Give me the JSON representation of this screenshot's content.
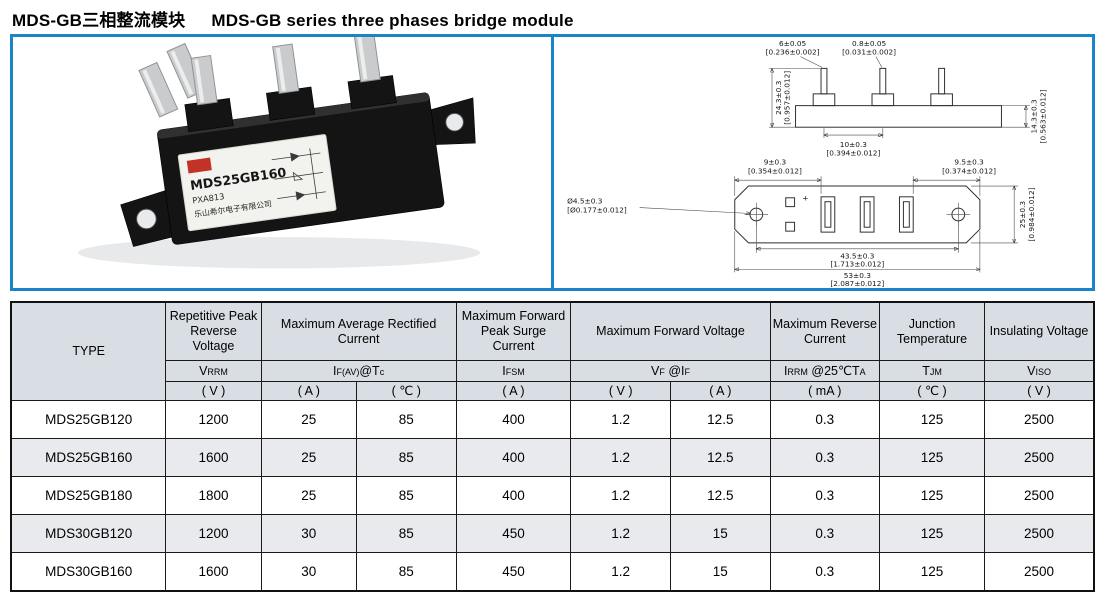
{
  "header": {
    "title_cn": "MDS-GB三相整流模块",
    "title_en": "MDS-GB series three phases bridge module"
  },
  "photo": {
    "model": "MDS25GB160",
    "code": "PXA813",
    "company": "乐山希尔电子有限公司"
  },
  "drawing": {
    "dims": {
      "tab_width": {
        "v": "6±0.05",
        "in": "[0.236±0.002]"
      },
      "tab_thickness": {
        "v": "0.8±0.05",
        "in": "[0.031±0.002]"
      },
      "overall_height": {
        "v": "24.3±0.3",
        "in": "[0.957±0.012]"
      },
      "body_height": {
        "v": "14.3±0.3",
        "in": "[0.563±0.012]"
      },
      "tab_pitch": {
        "v": "10±0.3",
        "in": "[0.394±0.012]"
      },
      "edge_left": {
        "v": "9±0.3",
        "in": "[0.354±0.012]"
      },
      "edge_right": {
        "v": "9.5±0.3",
        "in": "[0.374±0.012]"
      },
      "hole_dia": {
        "v": "Ø4.5±0.3",
        "in": "[Ø0.177±0.012]"
      },
      "body_width": {
        "v": "25±0.3",
        "in": "[0.984±0.012]"
      },
      "hole_pitch": {
        "v": "43.5±0.3",
        "in": "[1.713±0.012]"
      },
      "overall_length": {
        "v": "53±0.3",
        "in": "[2.087±0.012]"
      }
    },
    "plus_mark": "+"
  },
  "table": {
    "type_header": "TYPE",
    "groups": [
      "Repetitive Peak Reverse Voltage",
      "Maximum Average Rectified Current",
      "Maximum Forward Peak Surge Current",
      "Maximum Forward Voltage",
      "Maximum Reverse Current",
      "Junction Temperature",
      "Insulating Voltage"
    ],
    "symbols": {
      "vrrm": [
        {
          "t": "V"
        },
        {
          "t": "RRM"
        }
      ],
      "ifav": [
        {
          "t": "I"
        },
        {
          "t": "F(AV)"
        },
        {
          "t": "@T"
        },
        {
          "t": "c"
        }
      ],
      "ifsm": [
        {
          "t": "I"
        },
        {
          "t": "FSM"
        }
      ],
      "vf": [
        {
          "t": "V"
        },
        {
          "t": "F"
        },
        {
          "t": " @I"
        },
        {
          "t": "F"
        }
      ],
      "irrm": [
        {
          "t": "I"
        },
        {
          "t": "RRM"
        },
        {
          "t": " @25℃"
        },
        {
          "t": "T"
        },
        {
          "t": "A"
        }
      ],
      "tjm": [
        {
          "t": "T"
        },
        {
          "t": "JM"
        }
      ],
      "viso": [
        {
          "t": "V"
        },
        {
          "t": "ISO"
        }
      ]
    },
    "units": [
      "( V )",
      "( A )",
      "( ℃ )",
      "( A )",
      "( V )",
      "( A )",
      "( mA )",
      "( ℃ )",
      "( V )"
    ],
    "rows": [
      {
        "type": "MDS25GB120",
        "values": [
          "1200",
          "25",
          "85",
          "400",
          "1.2",
          "12.5",
          "0.3",
          "125",
          "2500"
        ]
      },
      {
        "type": "MDS25GB160",
        "values": [
          "1600",
          "25",
          "85",
          "400",
          "1.2",
          "12.5",
          "0.3",
          "125",
          "2500"
        ]
      },
      {
        "type": "MDS25GB180",
        "values": [
          "1800",
          "25",
          "85",
          "400",
          "1.2",
          "12.5",
          "0.3",
          "125",
          "2500"
        ]
      },
      {
        "type": "MDS30GB120",
        "values": [
          "1200",
          "30",
          "85",
          "450",
          "1.2",
          "15",
          "0.3",
          "125",
          "2500"
        ]
      },
      {
        "type": "MDS30GB160",
        "values": [
          "1600",
          "30",
          "85",
          "450",
          "1.2",
          "15",
          "0.3",
          "125",
          "2500"
        ]
      }
    ]
  }
}
